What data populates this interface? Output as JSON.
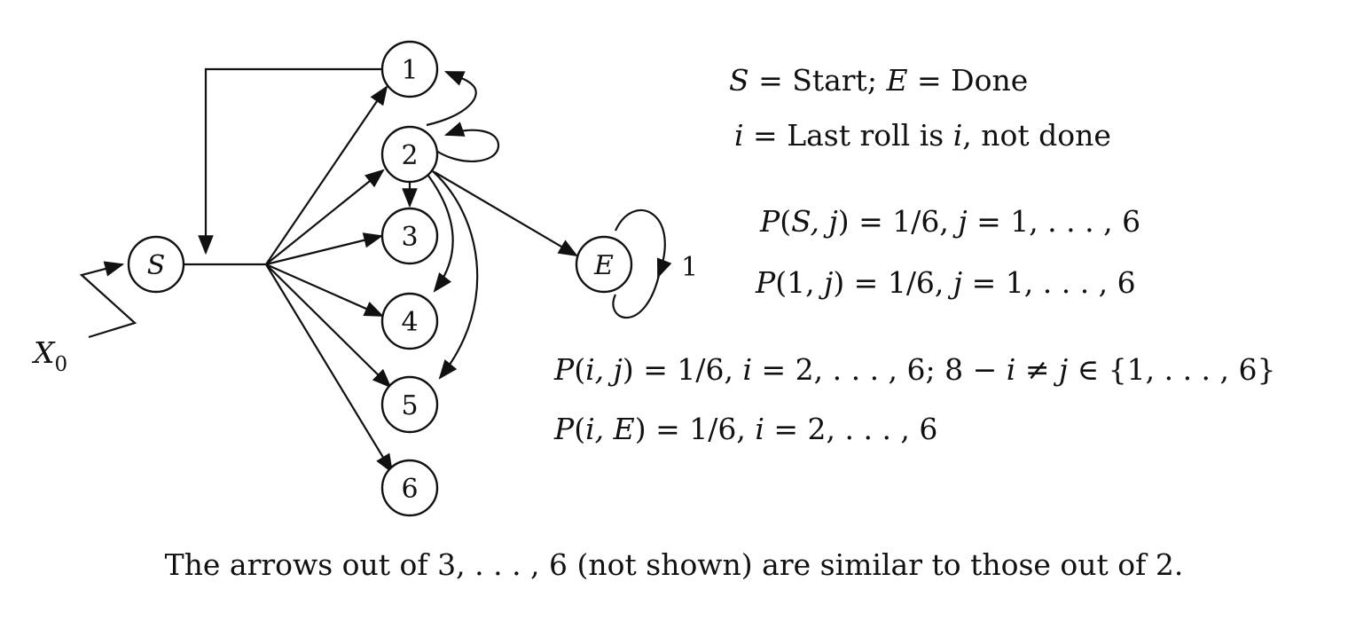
{
  "nodes": {
    "S": "S",
    "E": "E",
    "n1": "1",
    "n2": "2",
    "n3": "3",
    "n4": "4",
    "n5": "5",
    "n6": "6"
  },
  "labels": {
    "initial_var": "X",
    "initial_sub": "0",
    "self_loop_prob": "1"
  },
  "legend": {
    "line1": {
      "a": "S",
      "b": " = Start; ",
      "c": "E",
      "d": " = Done"
    },
    "line2": {
      "a": "i",
      "b": " = Last roll is ",
      "c": "i",
      "d": ", not done"
    }
  },
  "equations": {
    "eq1": {
      "a": "P",
      "b": "(",
      "c": "S, j",
      "d": ") = 1/6, ",
      "e": "j",
      "f": " = 1, . . . , 6"
    },
    "eq2": {
      "a": "P",
      "b": "(1, ",
      "c": "j",
      "d": ") = 1/6, ",
      "e": "j",
      "f": " = 1, . . . , 6"
    },
    "eq3": {
      "a": "P",
      "b": "(",
      "c": "i, j",
      "d": ") = 1/6, ",
      "e": "i",
      "f": " = 2, . . . , 6; 8 − ",
      "g": "i",
      "h": " ≠ ",
      "i": "j",
      "j": " ∈ {1, . . . , 6}"
    },
    "eq4": {
      "a": "P",
      "b": "(",
      "c": "i, E",
      "d": ") = 1/6, ",
      "e": "i",
      "f": " = 2, . . . , 6"
    }
  },
  "caption": "The arrows out of 3, . . . , 6 (not shown) are similar to those out of 2."
}
